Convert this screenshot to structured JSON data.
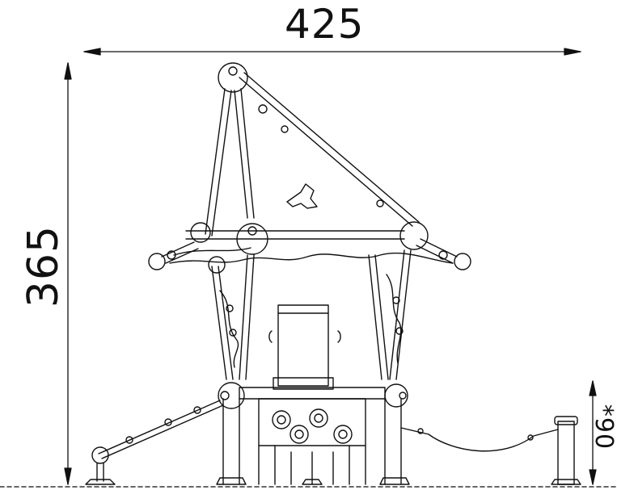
{
  "dimensions": {
    "width_label": "425",
    "height_label": "365",
    "post_height_label": "*90"
  },
  "colors": {
    "line": "#111111",
    "background": "#ffffff",
    "ground": "#333333"
  }
}
